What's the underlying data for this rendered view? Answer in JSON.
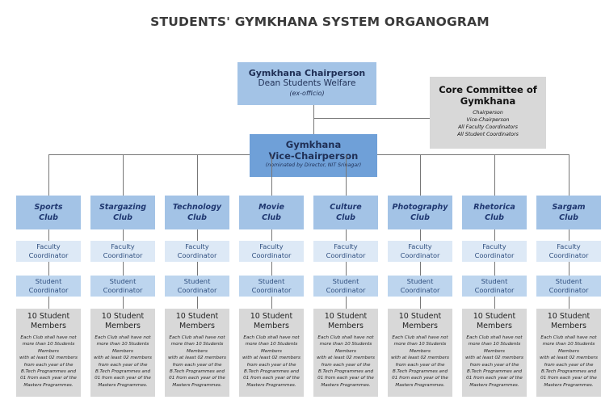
{
  "title": "STUDENTS' GYMKHANA SYSTEM ORGANOGRAM",
  "chairperson": {
    "title": "Gymkhana Chairperson",
    "subtitle": "Dean Students Welfare",
    "note": "(ex-officio)"
  },
  "core_committee": {
    "title_line1": "Core Committee of",
    "title_line2": "Gymkhana",
    "members": [
      "Chairperson",
      "Vice-Chairperson",
      "All Faculty Coordinators",
      "All Student Coordinators"
    ]
  },
  "vice_chairperson": {
    "title_line1": "Gymkhana",
    "title_line2": "Vice-Chairperson",
    "note": "(nominated by Director, NIT Srinagar)"
  },
  "colors": {
    "chair_box": "#a3c3e6",
    "vice_box": "#6fa0d8",
    "club_box": "#a3c3e6",
    "faculty_box": "#dde9f6",
    "student_box": "#bdd5ee",
    "gray_box": "#d8d8d8"
  },
  "clubs": [
    {
      "name": "Sports",
      "suffix": "Club"
    },
    {
      "name": "Stargazing",
      "suffix": "Club"
    },
    {
      "name": "Technology",
      "suffix": "Club"
    },
    {
      "name": "Movie",
      "suffix": "Club"
    },
    {
      "name": "Culture",
      "suffix": "Club"
    },
    {
      "name": "Photography",
      "suffix": "Club"
    },
    {
      "name": "Rhetorica",
      "suffix": "Club"
    },
    {
      "name": "Sargam",
      "suffix": "Club"
    }
  ],
  "role_labels": {
    "faculty_line1": "Faculty",
    "faculty_line2": "Coordinator",
    "student_line1": "Student",
    "student_line2": "Coordinator"
  },
  "members_box": {
    "heading_line1": "10 Student",
    "heading_line2": "Members",
    "note_lines": [
      "Each Club shall have not",
      "more than 10 Students",
      "Members",
      "with at least 02 members",
      "from each year of the",
      "B.Tech Programmes and",
      "01 from each year of the",
      "Masters Programmes."
    ]
  }
}
